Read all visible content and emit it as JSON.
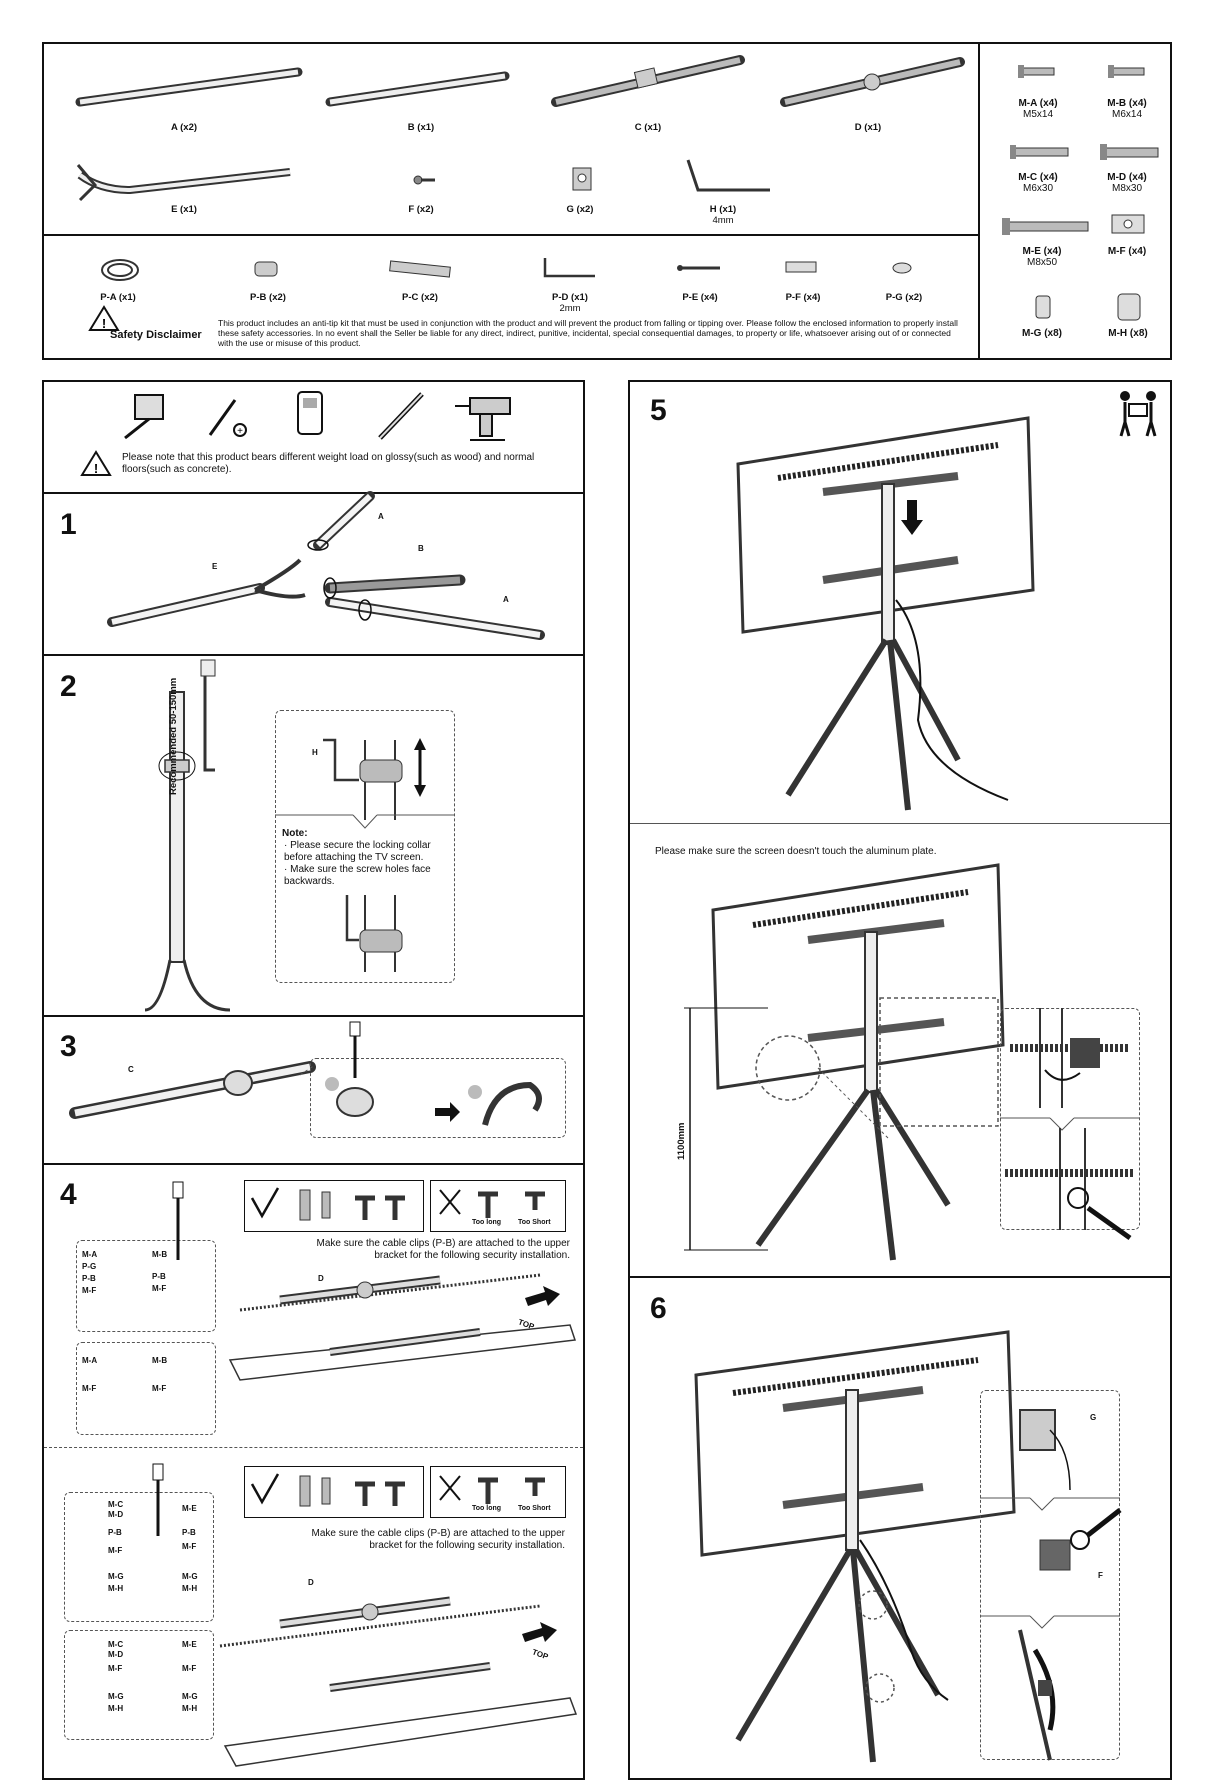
{
  "parts": [
    {
      "id": "A",
      "label": "A (x2)"
    },
    {
      "id": "B",
      "label": "B (x1)"
    },
    {
      "id": "C",
      "label": "C (x1)"
    },
    {
      "id": "D",
      "label": "D (x1)"
    },
    {
      "id": "E",
      "label": "E (x1)"
    },
    {
      "id": "F",
      "label": "F (x2)"
    },
    {
      "id": "G",
      "label": "G (x2)"
    },
    {
      "id": "H",
      "label": "H (x1)",
      "sub": "4mm"
    }
  ],
  "accessories": [
    {
      "id": "P-A",
      "label": "P-A (x1)"
    },
    {
      "id": "P-B",
      "label": "P-B (x2)"
    },
    {
      "id": "P-C",
      "label": "P-C (x2)"
    },
    {
      "id": "P-D",
      "label": "P-D (x1)",
      "sub": "2mm"
    },
    {
      "id": "P-E",
      "label": "P-E (x4)"
    },
    {
      "id": "P-F",
      "label": "P-F (x4)"
    },
    {
      "id": "P-G",
      "label": "P-G (x2)"
    }
  ],
  "hardware": [
    {
      "id": "M-A",
      "label": "M-A (x4)",
      "sub": "M5x14"
    },
    {
      "id": "M-B",
      "label": "M-B (x4)",
      "sub": "M6x14"
    },
    {
      "id": "M-C",
      "label": "M-C (x4)",
      "sub": "M6x30"
    },
    {
      "id": "M-D",
      "label": "M-D (x4)",
      "sub": "M8x30"
    },
    {
      "id": "M-E",
      "label": "M-E (x4)",
      "sub": "M8x50"
    },
    {
      "id": "M-F",
      "label": "M-F (x4)",
      "sub": ""
    },
    {
      "id": "M-G",
      "label": "M-G (x8)",
      "sub": ""
    },
    {
      "id": "M-H",
      "label": "M-H (x8)",
      "sub": ""
    }
  ],
  "safety": {
    "title": "Safety Disclaimer",
    "text": "This product includes an anti-tip kit that must be used in conjunction with the product and will prevent the product from falling or tipping over. Please follow the enclosed information to properly install these safety accessories. In no event shall the Seller be liable for any direct, indirect, punitive, incidental, special consequential damages, to property or life, whatsoever arising out of or connected with the use or misuse of this product."
  },
  "tools_note": "Please note that this product bears different weight load on glossy(such as wood) and normal floors(such as concrete).",
  "steps": {
    "s1": {
      "num": "1",
      "labels": {
        "a1": "A",
        "b": "B",
        "e": "E",
        "a2": "A"
      }
    },
    "s2": {
      "num": "2",
      "recommended": "Recommended 50-150mm",
      "h": "H",
      "note_title": "Note:",
      "note1": "· Please secure the locking collar before attaching the TV screen.",
      "note2": "· Make sure the screw holes face backwards."
    },
    "s3": {
      "num": "3",
      "c": "C"
    },
    "s4": {
      "num": "4",
      "too_long": "Too long",
      "too_short": "Too Short",
      "clip_note": "Make sure the cable clips (P-B) are attached to the upper bracket for the following security installation.",
      "d": "D",
      "top": "TOP",
      "g1": {
        "l1": "M-A",
        "l2": "P-G",
        "l3": "P-B",
        "l4": "M-F",
        "r1": "M-B",
        "r2": "P-B",
        "r3": "M-F"
      },
      "g2": {
        "l1": "M-A",
        "l2": "M-F",
        "r1": "M-B",
        "r2": "M-F"
      },
      "g3": {
        "l1": "M-C",
        "l2": "M-D",
        "l3": "P-B",
        "l4": "M-F",
        "l5": "M-G",
        "l6": "M-H",
        "r1": "M-E",
        "r2": "P-B",
        "r3": "M-F",
        "r4": "M-G",
        "r5": "M-H"
      },
      "g4": {
        "l1": "M-C",
        "l2": "M-D",
        "l3": "M-F",
        "l4": "M-G",
        "l5": "M-H",
        "r1": "M-E",
        "r2": "M-F",
        "r3": "M-G",
        "r4": "M-H"
      }
    },
    "s5": {
      "num": "5",
      "note": "Please make sure the screen doesn't touch the aluminum plate.",
      "height": "1100mm"
    },
    "s6": {
      "num": "6",
      "g": "G",
      "f": "F"
    }
  }
}
